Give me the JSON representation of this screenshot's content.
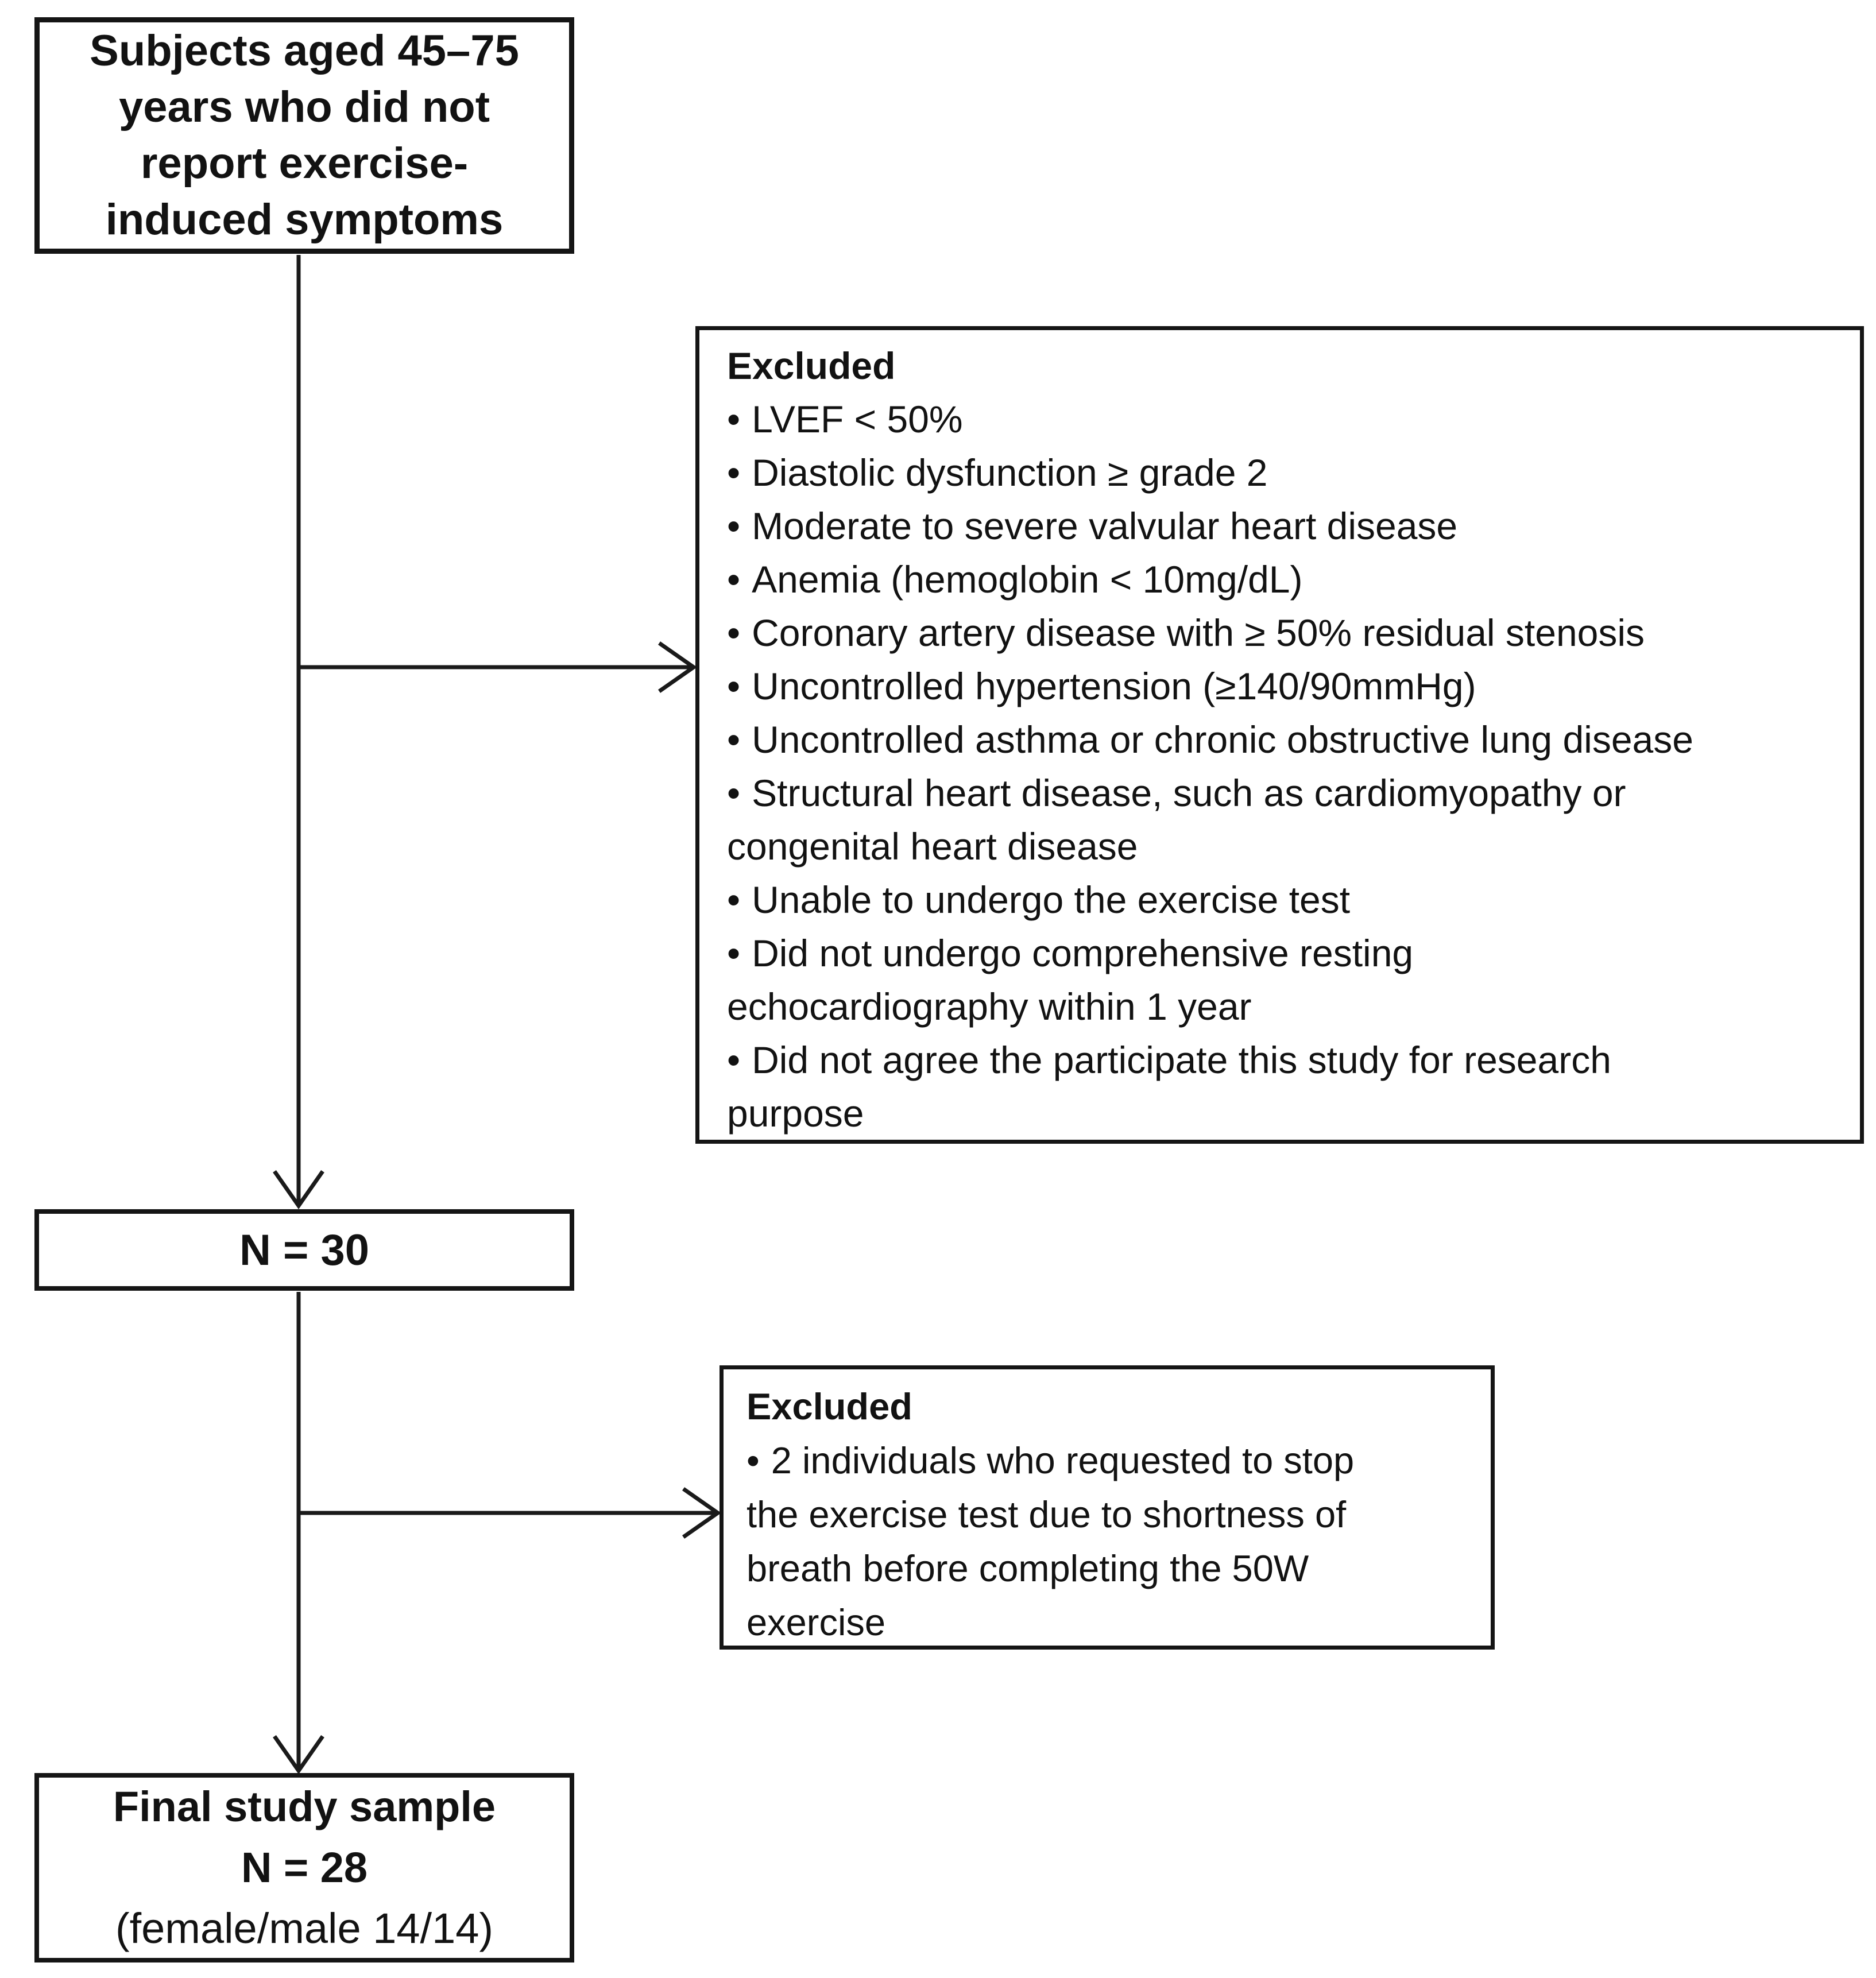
{
  "style": {
    "ink": "#1a1a1a",
    "background": "#ffffff"
  },
  "population_box": {
    "lines": [
      "Subjects aged 45–75",
      "years who did not",
      "report exercise-",
      "induced symptoms"
    ]
  },
  "exclusion_box_1": {
    "title": "Excluded",
    "bullet": "•",
    "items": [
      [
        "LVEF < 50%"
      ],
      [
        "Diastolic dysfunction ≥ grade 2"
      ],
      [
        "Moderate to severe valvular heart disease"
      ],
      [
        "Anemia (hemoglobin < 10mg/dL)"
      ],
      [
        "Coronary artery disease with ≥ 50% residual stenosis"
      ],
      [
        "Uncontrolled hypertension (≥140/90mmHg)"
      ],
      [
        "Uncontrolled asthma or chronic obstructive lung disease"
      ],
      [
        "Structural heart disease, such as cardiomyopathy or",
        "congenital heart disease"
      ],
      [
        "Unable to undergo the exercise test"
      ],
      [
        "Did not undergo comprehensive resting",
        "echocardiography within 1 year"
      ],
      [
        "Did not agree the participate this study for research",
        "purpose"
      ]
    ]
  },
  "n30_box": {
    "label": "N = 30"
  },
  "exclusion_box_2": {
    "title": "Excluded",
    "bullet": "•",
    "items": [
      [
        "2 individuals who requested to stop",
        "the exercise test due to shortness of",
        "breath before completing the 50W",
        "exercise"
      ]
    ]
  },
  "final_box": {
    "lines": [
      "Final study sample",
      "N = 28",
      "(female/male 14/14)"
    ]
  }
}
